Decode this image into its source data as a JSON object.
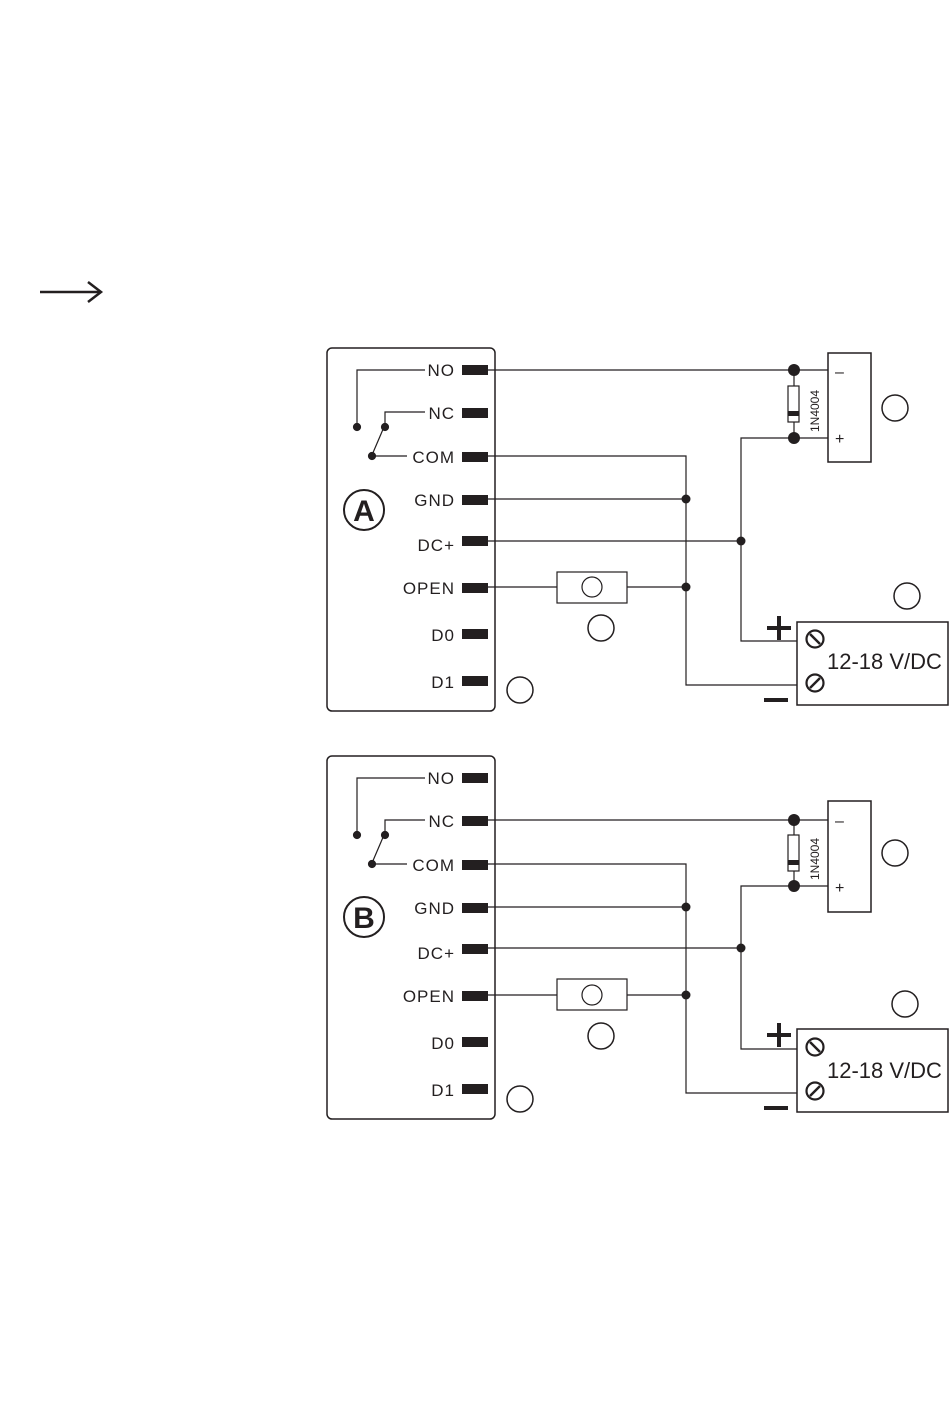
{
  "diagrams": [
    {
      "id": "a",
      "letter": "A",
      "terminals": [
        "NO",
        "NC",
        "COM",
        "GND",
        "DC+",
        "OPEN",
        "D0",
        "D1"
      ],
      "diode_label": "1N4004",
      "lock_minus": "–",
      "lock_plus": "+",
      "psu_label": "12-18 V/DC",
      "lock_terminal": "NO"
    },
    {
      "id": "b",
      "letter": "B",
      "terminals": [
        "NO",
        "NC",
        "COM",
        "GND",
        "DC+",
        "OPEN",
        "D0",
        "D1"
      ],
      "diode_label": "1N4004",
      "lock_minus": "–",
      "lock_plus": "+",
      "psu_label": "12-18 V/DC",
      "lock_terminal": "NC"
    }
  ],
  "colors": {
    "ink": "#231f20",
    "background": "#ffffff"
  },
  "icons": [
    "arrow-right-icon",
    "pushbutton-icon",
    "relay-switch-icon",
    "diode-icon",
    "screw-terminal-icon"
  ]
}
